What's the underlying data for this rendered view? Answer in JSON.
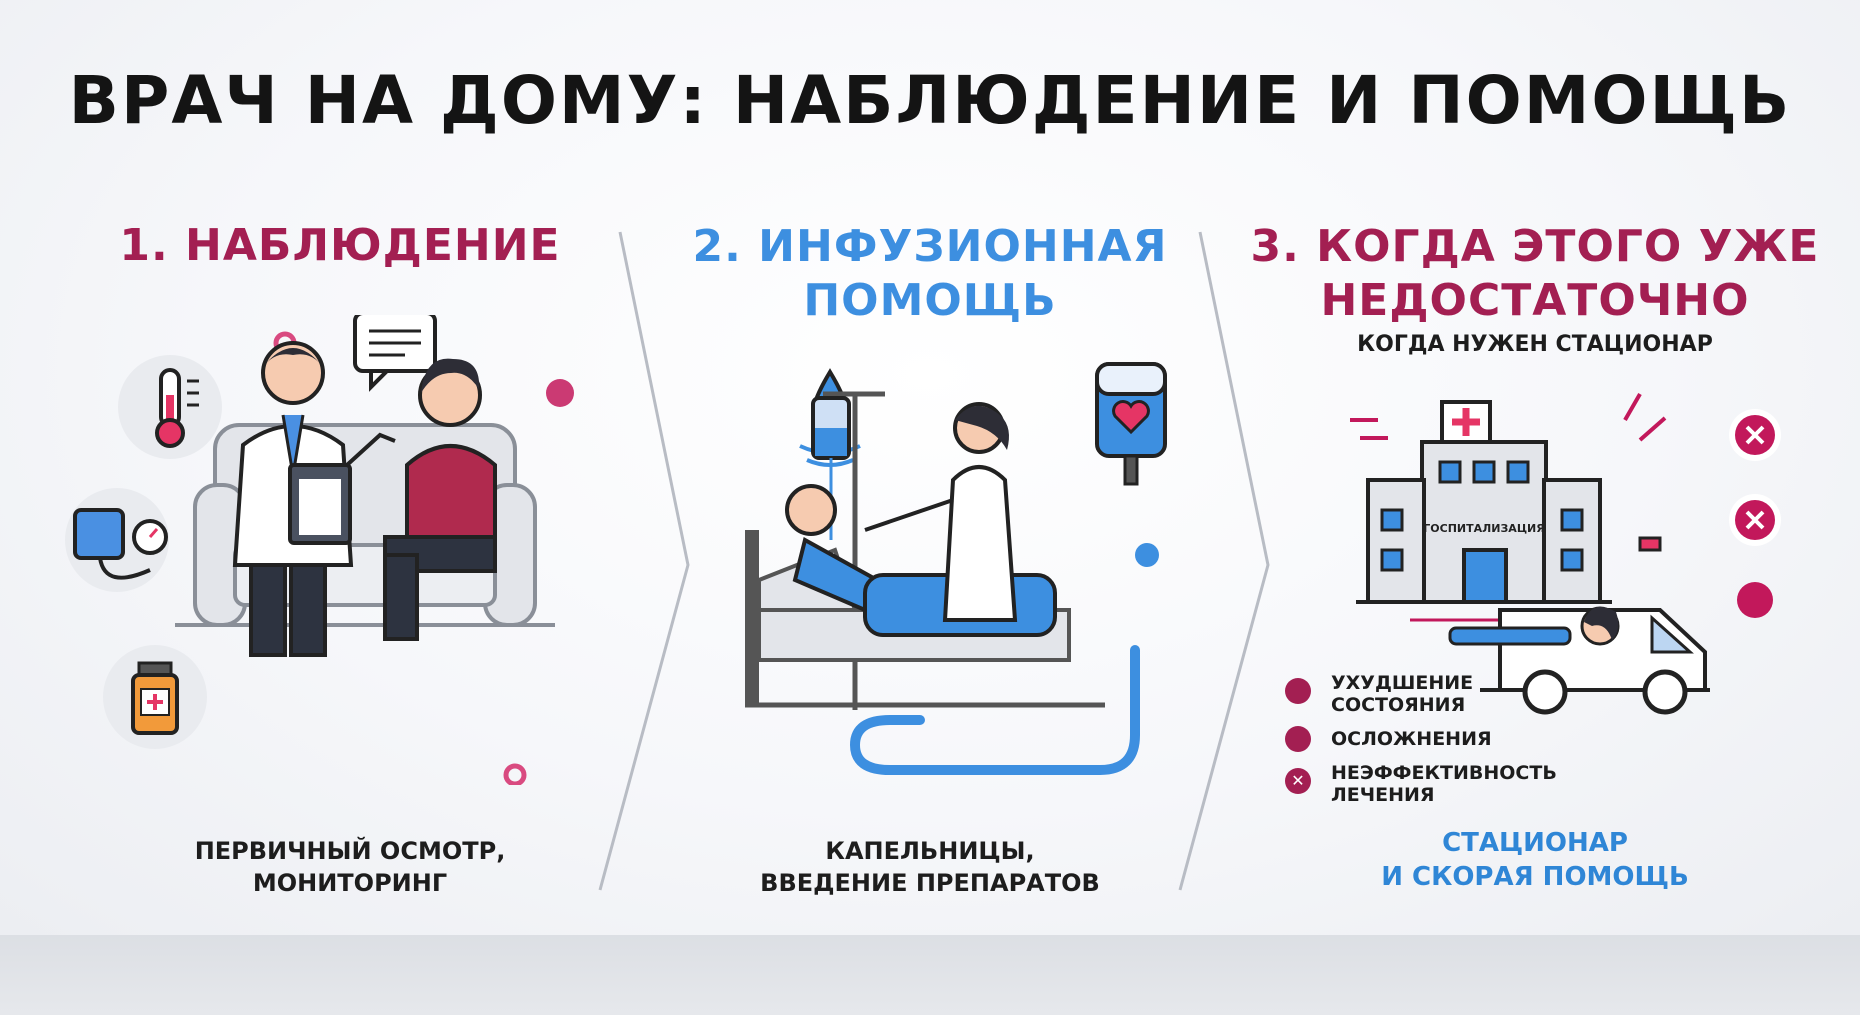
{
  "title": "ВРАЧ НА ДОМУ: НАБЛЮДЕНИЕ И ПОМОЩЬ",
  "columns": [
    {
      "title": "1. НАБЛЮДЕНИЕ",
      "caption_line1": "ПЕРВИЧНЫЙ ОСМОТР,",
      "caption_line2": "МОНИТОРИНГ"
    },
    {
      "title_line1": "2. ИНФУЗИОННАЯ",
      "title_line2": "ПОМОЩЬ",
      "caption_line1": "КАПЕЛЬНИЦЫ,",
      "caption_line2": "ВВЕДЕНИЕ ПРЕПАРАТОВ"
    },
    {
      "title_line1": "3. КОГДА ЭТОГО УЖЕ",
      "title_line2": "НЕДОСТАТОЧНО",
      "subtitle": "КОГДА НУЖЕН СТАЦИОНАР",
      "hospital_sign": "ГОСПИТАЛИЗАЦИЯ",
      "bullets": [
        {
          "line1": "УХУДШЕНИЕ",
          "line2": "СОСТОЯНИЯ",
          "icon": "dot-icon"
        },
        {
          "line1": "ОСЛОЖНЕНИЯ",
          "line2": "",
          "icon": "dot-icon"
        },
        {
          "line1": "НЕЭФФЕКТИВНОСТЬ",
          "line2": "ЛЕЧЕНИЯ",
          "icon": "cross-icon"
        }
      ],
      "caption_line1": "СТАЦИОНАР",
      "caption_line2": "И СКОРАЯ ПОМОЩЬ"
    }
  ],
  "colors": {
    "accent_red": "#a31f52",
    "accent_blue": "#3d8fe0",
    "text_dark": "#141414"
  }
}
